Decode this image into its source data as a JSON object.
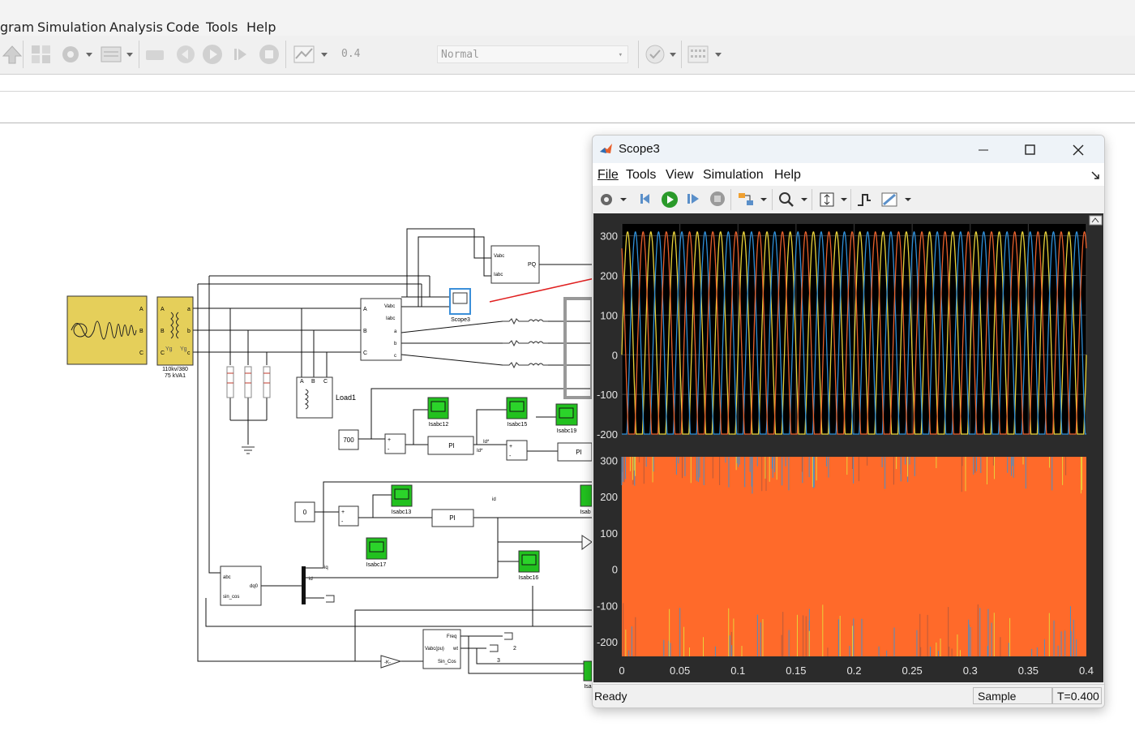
{
  "menubar": {
    "items": [
      "gram",
      "Simulation",
      "Analysis",
      "Code",
      "Tools",
      "Help"
    ]
  },
  "toolbar": {
    "stop_time": "0.4",
    "sim_mode": "Normal"
  },
  "diagram": {
    "source_block_label": "",
    "transformer_label_line1": "110kv/380",
    "transformer_label_line2": "75 kVA1",
    "scope_block_label": "Scope3",
    "load_label": "Load1",
    "measure_ports": [
      "Vabc",
      "Iabc",
      "a",
      "b",
      "c"
    ],
    "measure_left_ports": [
      "A",
      "B",
      "C"
    ],
    "pq_ports": [
      "Vabc",
      "Iabc"
    ],
    "pq_out": "PQ",
    "const_700": "700",
    "const_0": "0",
    "pi1": "PI",
    "pi2": "PI",
    "pi3": "PI",
    "scopes": [
      "Isabc12",
      "Isabc15",
      "Isabc19",
      "Isabc13",
      "Isab",
      "Isabc17",
      "Isabc16",
      "Isa"
    ],
    "signal_labels": [
      "Id*",
      "Id*",
      "id",
      "id",
      "iq"
    ],
    "abc_dq0": {
      "in1": "abc",
      "in2": "sin_cos",
      "out": "dq0"
    },
    "pll": {
      "in": "Vabc(pu)",
      "out1": "Freq",
      "out2": "wt",
      "out3": "Sin_Cos"
    },
    "gain_label": "-K-",
    "terminator_labels": [
      "2",
      "3"
    ]
  },
  "scope_window": {
    "title": "Scope3",
    "menu": [
      "File",
      "Tools",
      "View",
      "Simulation",
      "Help"
    ],
    "status_left": "Ready",
    "status_mid": "Sample based",
    "status_right": "T=0.400"
  },
  "chart_data": {
    "type": "line",
    "x_ticks": [
      "0",
      "0.05",
      "0.1",
      "0.15",
      "0.2",
      "0.25",
      "0.3",
      "0.35",
      "0.4"
    ],
    "xlim": [
      0,
      0.4
    ],
    "panels": [
      {
        "ylim": [
          -200,
          330
        ],
        "y_ticks": [
          "300",
          "200",
          "100",
          "0",
          "-100",
          "-200"
        ],
        "description_series": [
          "yellow",
          "blue",
          "orange"
        ],
        "amplitude": 310,
        "frequency_hz": 50,
        "colors": [
          "#e8d23a",
          "#2f8fd8",
          "#e8602c"
        ]
      },
      {
        "ylim": [
          -240,
          310
        ],
        "y_ticks": [
          "300",
          "200",
          "100",
          "0",
          "-100",
          "-200"
        ],
        "fill_color": "#ff6a2a"
      }
    ],
    "grid": true,
    "legend": ""
  },
  "colors": {
    "block_yellow": "#e5cf5a",
    "scope_green": "#22c11f",
    "selection_blue": "#3b8fd9"
  }
}
